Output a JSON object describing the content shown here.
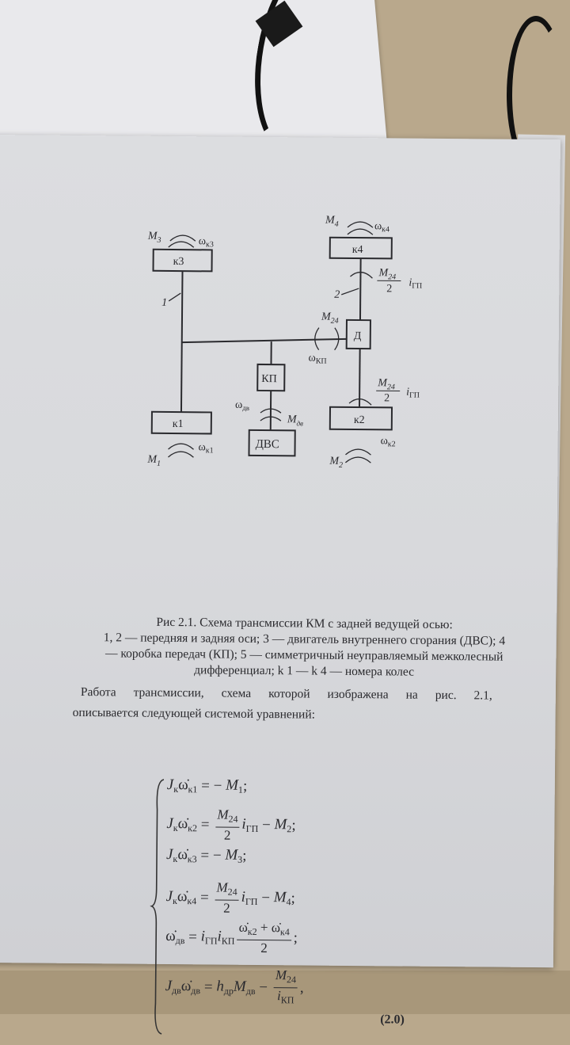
{
  "figure": {
    "boxes": {
      "k1": "к1",
      "k2": "к2",
      "k3": "к3",
      "k4": "к4",
      "diff": "Д",
      "gearbox": "КП",
      "engine": "ДВС"
    },
    "labels": {
      "M1": "M",
      "M1_sub": "1",
      "w_k1": "ω",
      "w_k1_sub": "к1",
      "M2": "M",
      "M2_sub": "2",
      "w_k2": "ω",
      "w_k2_sub": "к2",
      "M3": "M",
      "M3_sub": "3",
      "w_k3": "ω",
      "w_k3_sub": "к3",
      "M4": "M",
      "M4_sub": "4",
      "w_k4": "ω",
      "w_k4_sub": "к4",
      "M24": "M",
      "M24_sub": "24",
      "w_kp": "ω",
      "w_kp_sub": "КП",
      "w_dv": "ω",
      "w_dv_sub": "дв",
      "M_dv": "M",
      "M_dv_sub": "дв",
      "frac_num": "M",
      "frac_num_sub": "24",
      "frac_den": "2",
      "i_gp": "i",
      "i_gp_sub": "ГП",
      "axle1": "1",
      "axle2": "2"
    }
  },
  "caption": {
    "line1": "Рис 2.1. Схема трансмиссии КМ с задней ведущей осью:",
    "line2": "1, 2 — передняя и задняя оси; 3 — двигатель внутреннего сгорания (ДВС); 4",
    "line3": "— коробка передач (КП); 5 — симметричный неуправляемый межколесный",
    "line4": "дифференциал; k 1 — k 4 — номера колес"
  },
  "paragraph": {
    "line1": "Работа трансмиссии, схема которой изображена на рис. 2.1,",
    "line2": "описывается следующей системой уравнений:"
  },
  "equations": [
    [
      {
        "t": "J",
        "s": "к"
      },
      {
        "t": "ω̇",
        "s": "к1",
        "u": 1
      },
      {
        "o": " = − "
      },
      {
        "t": "M",
        "s": "1"
      },
      {
        "o": ";"
      }
    ],
    [
      {
        "t": "J",
        "s": "к"
      },
      {
        "t": "ω̇",
        "s": "к2",
        "u": 1
      },
      {
        "o": " = "
      },
      {
        "frac": [
          [
            {
              "t": "M",
              "s": "24"
            }
          ],
          [
            {
              "o": "2"
            }
          ]
        ]
      },
      {
        "t": "i",
        "s": "ГП"
      },
      {
        "o": " − "
      },
      {
        "t": "M",
        "s": "2"
      },
      {
        "o": ";"
      }
    ],
    [
      {
        "t": "J",
        "s": "к"
      },
      {
        "t": "ω̇",
        "s": "к3",
        "u": 1
      },
      {
        "o": " = − "
      },
      {
        "t": "M",
        "s": "3"
      },
      {
        "o": ";"
      }
    ],
    [
      {
        "t": "J",
        "s": "к"
      },
      {
        "t": "ω̇",
        "s": "к4",
        "u": 1
      },
      {
        "o": " = "
      },
      {
        "frac": [
          [
            {
              "t": "M",
              "s": "24"
            }
          ],
          [
            {
              "o": "2"
            }
          ]
        ]
      },
      {
        "t": "i",
        "s": "ГП"
      },
      {
        "o": " − "
      },
      {
        "t": "M",
        "s": "4"
      },
      {
        "o": ";"
      }
    ],
    [
      {
        "t": "ω̇",
        "s": "дв",
        "u": 1
      },
      {
        "o": " = "
      },
      {
        "t": "i",
        "s": "ГП"
      },
      {
        "t": "i",
        "s": "КП"
      },
      {
        "frac": [
          [
            {
              "t": "ω̇",
              "s": "к2",
              "u": 1
            },
            {
              "o": " + "
            },
            {
              "t": "ω̇",
              "s": "к4",
              "u": 1
            }
          ],
          [
            {
              "o": "2"
            }
          ]
        ]
      },
      {
        "o": ";"
      }
    ],
    [
      {
        "t": "J",
        "s": "дв"
      },
      {
        "t": "ω̇",
        "s": "дв",
        "u": 1
      },
      {
        "o": " = "
      },
      {
        "t": "h",
        "s": "др"
      },
      {
        "t": "M",
        "s": "дв"
      },
      {
        "o": " − "
      },
      {
        "frac": [
          [
            {
              "t": "M",
              "s": "24"
            }
          ],
          [
            {
              "t": "i",
              "s": "КП"
            }
          ]
        ]
      },
      {
        "o": ","
      }
    ]
  ],
  "equation_number": "(2.0)",
  "brace": "{"
}
